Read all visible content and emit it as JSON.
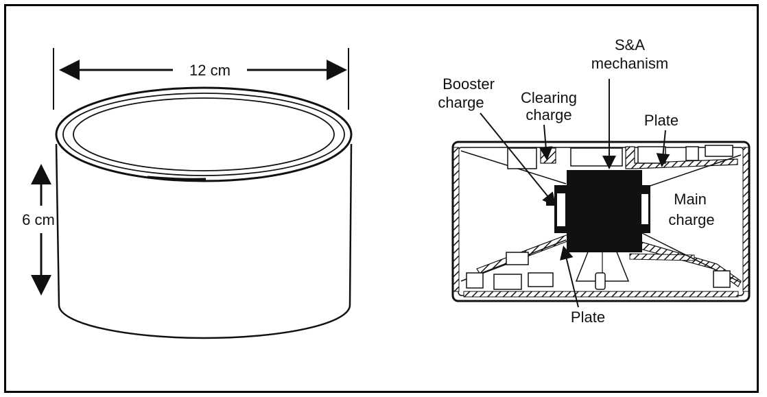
{
  "left_figure": {
    "width_label": "12 cm",
    "height_label": "6 cm"
  },
  "right_figure": {
    "labels": {
      "sa_line1": "S&A",
      "sa_line2": "mechanism",
      "booster_line1": "Booster",
      "booster_line2": "charge",
      "clearing_line1": "Clearing",
      "clearing_line2": "charge",
      "plate_top": "Plate",
      "main_line1": "Main",
      "main_line2": "charge",
      "plate_bottom": "Plate"
    }
  }
}
